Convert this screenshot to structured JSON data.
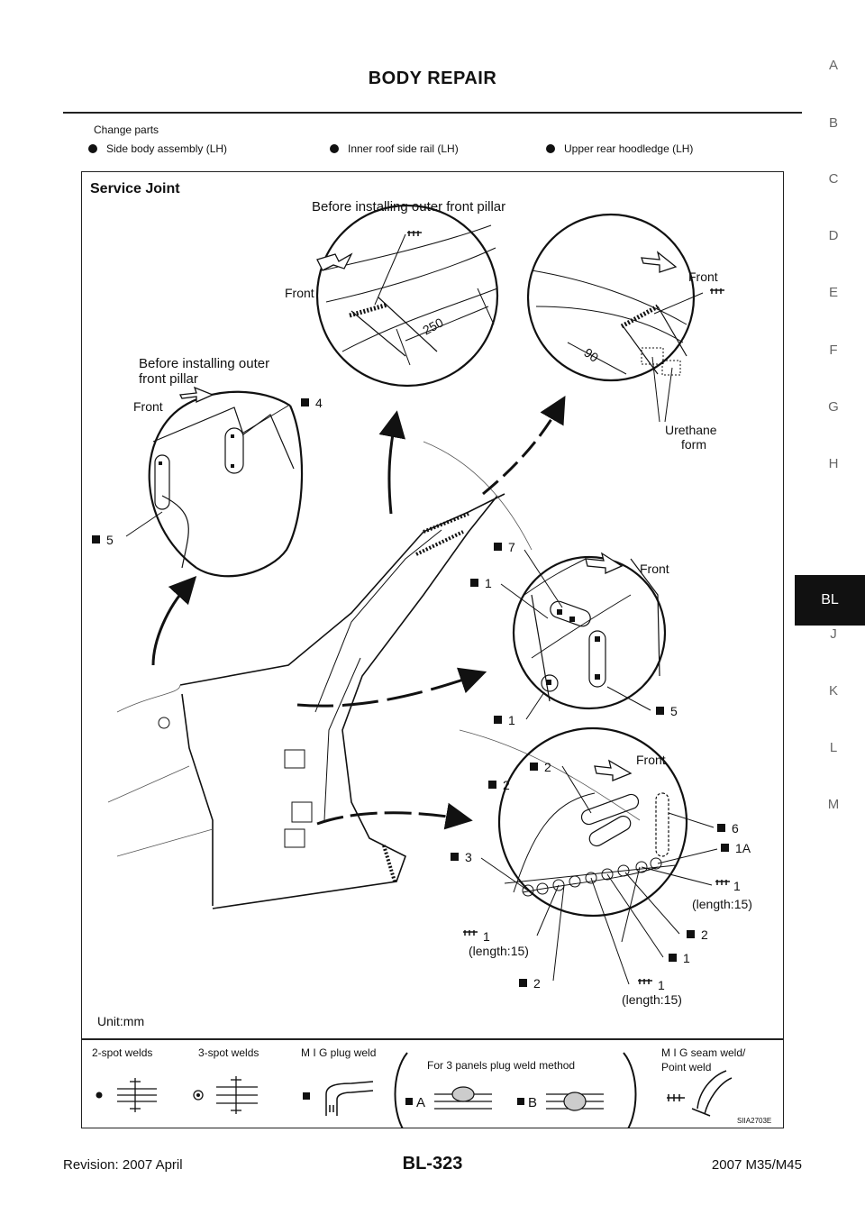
{
  "header": {
    "title": "BODY REPAIR"
  },
  "change_parts": {
    "label": "Change parts",
    "items": [
      "Side body assembly (LH)",
      "Inner roof side rail (LH)",
      "Upper rear hoodledge (LH)"
    ]
  },
  "side_index": {
    "letters": [
      "A",
      "B",
      "C",
      "D",
      "E",
      "F",
      "G",
      "H",
      "J",
      "K",
      "L",
      "M"
    ],
    "active": "BL"
  },
  "figure": {
    "title": "Service Joint",
    "top_caption": "Before installing outer front pillar",
    "left_caption_1": "Before installing outer",
    "left_caption_2": "front pillar",
    "front": "Front",
    "dim_250": "250",
    "dim_90": "90",
    "urethane_1": "Urethane",
    "urethane_2": "form",
    "lbl_4": "4",
    "lbl_5": "5",
    "lbl_7": "7",
    "lbl_1": "1",
    "lbl_2": "2",
    "lbl_3": "3",
    "lbl_6": "6",
    "lbl_1a": "1A",
    "length15": "(length:15)",
    "unit": "Unit:mm",
    "code": "SIIA2703E"
  },
  "legend": {
    "two_spot": "2-spot welds",
    "three_spot": "3-spot welds",
    "mig_plug": "M I G plug weld",
    "three_panels": "For 3 panels plug weld method",
    "mig_seam_1": "M I G seam weld/",
    "mig_seam_2": "Point weld",
    "a": "A",
    "b": "B"
  },
  "footer": {
    "revision": "Revision: 2007 April",
    "page": "BL-323",
    "model": "2007 M35/M45"
  }
}
